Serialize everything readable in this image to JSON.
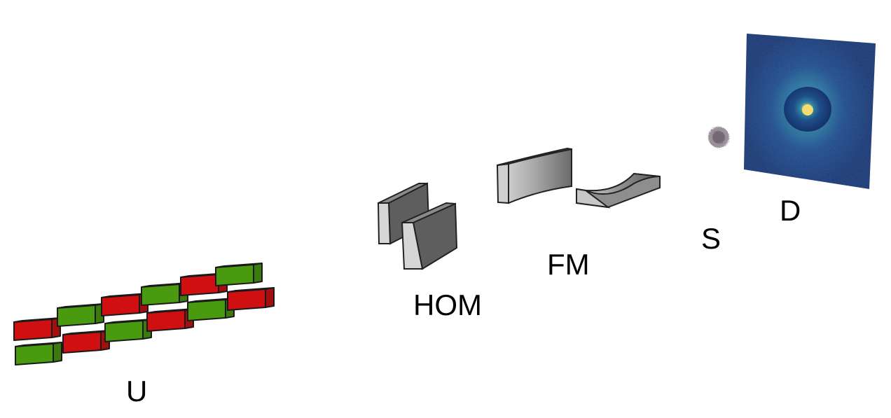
{
  "labels": {
    "undulator": "U",
    "harmonic_optics": "HOM",
    "focusing_mirrors": "FM",
    "sample": "S",
    "detector": "D"
  },
  "colors": {
    "undulator_red": "#d01010",
    "undulator_green": "#4a9a10",
    "mirror_gray": "#9a9a9a",
    "detector_background": "#17306a",
    "detector_spot": "#e8d060",
    "sample_gray": "#7a6a7a"
  }
}
